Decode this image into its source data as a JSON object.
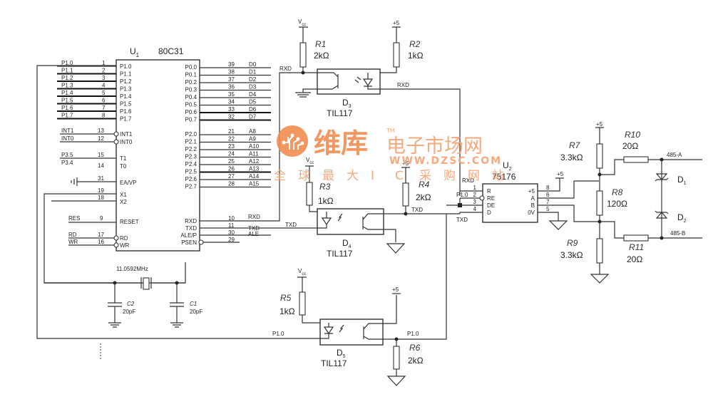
{
  "u1": {
    "ref": "U",
    "ref_sub": "1",
    "part": "80C31",
    "left_pins": [
      {
        "net": "P1.0",
        "num": "1",
        "name": "P1.0"
      },
      {
        "net": "P1.1",
        "num": "2",
        "name": "P1.1"
      },
      {
        "net": "P1.2",
        "num": "3",
        "name": "P1.2"
      },
      {
        "net": "P1.3",
        "num": "4",
        "name": "P1.3"
      },
      {
        "net": "P1.4",
        "num": "5",
        "name": "P1.4"
      },
      {
        "net": "P1.5",
        "num": "6",
        "name": "P1.5"
      },
      {
        "net": "P1.6",
        "num": "7",
        "name": "P1.6"
      },
      {
        "net": "P1.7",
        "num": "8",
        "name": "P1.7"
      }
    ],
    "int_pins": [
      {
        "net": "INT1",
        "num": "13",
        "name": "INT1"
      },
      {
        "net": "INT0",
        "num": "12",
        "name": "INT0"
      }
    ],
    "timer_pins": [
      {
        "net": "P3.5",
        "num": "15",
        "name": "T1"
      },
      {
        "net": "P3.4",
        "num": "14",
        "name": "T0"
      }
    ],
    "ea_pin": {
      "num": "31",
      "name": "EA/VP"
    },
    "x_pins": [
      {
        "num": "19",
        "name": "X1"
      },
      {
        "num": "18",
        "name": "X2"
      }
    ],
    "reset_pin": {
      "net": "RES",
      "num": "9",
      "name": "RESET"
    },
    "rw_pins": [
      {
        "net": "RD",
        "num": "17",
        "name": "RD"
      },
      {
        "net": "WR",
        "num": "16",
        "name": "WR"
      }
    ],
    "p0_pins": [
      {
        "name": "P0.0",
        "num": "39",
        "net": "D0"
      },
      {
        "name": "P0.1",
        "num": "38",
        "net": "D1"
      },
      {
        "name": "P0.2",
        "num": "37",
        "net": "D2"
      },
      {
        "name": "P0.3",
        "num": "36",
        "net": "D3"
      },
      {
        "name": "P0.4",
        "num": "35",
        "net": "D4"
      },
      {
        "name": "P0.5",
        "num": "34",
        "net": "D5"
      },
      {
        "name": "P0.6",
        "num": "33",
        "net": "D6"
      },
      {
        "name": "P0.7",
        "num": "32",
        "net": "D7"
      }
    ],
    "p2_pins": [
      {
        "name": "P2.0",
        "num": "21",
        "net": "A8"
      },
      {
        "name": "P2.1",
        "num": "22",
        "net": "A9"
      },
      {
        "name": "P2.2",
        "num": "23",
        "net": "A10"
      },
      {
        "name": "P2.3",
        "num": "24",
        "net": "A11"
      },
      {
        "name": "P2.4",
        "num": "25",
        "net": "A12"
      },
      {
        "name": "P2.5",
        "num": "26",
        "net": "A13"
      },
      {
        "name": "P2.6",
        "num": "27",
        "net": "A14"
      },
      {
        "name": "P2.7",
        "num": "28",
        "net": "A15"
      }
    ],
    "ctrl_pins": [
      {
        "name": "RXD",
        "num": "10",
        "net": "RXD"
      },
      {
        "name": "TXD",
        "num": "11",
        "net": "TXD"
      },
      {
        "name": "ALE/P",
        "num": "30",
        "net": "ALE"
      },
      {
        "name": "PSEN",
        "num": "29",
        "net": ""
      }
    ]
  },
  "crystal": {
    "label": "11.0592MHz"
  },
  "c1": {
    "ref": "C1",
    "value": "20pF"
  },
  "c2": {
    "ref": "C2",
    "value": "20pF"
  },
  "d3": {
    "ref": "D",
    "sub": "3",
    "part": "TIL117"
  },
  "d4": {
    "ref": "D",
    "sub": "4",
    "part": "TIL117"
  },
  "d5": {
    "ref": "D",
    "sub": "5",
    "part": "TIL117"
  },
  "r1": {
    "ref": "R1",
    "value": "2kΩ"
  },
  "r2": {
    "ref": "R2",
    "value": "1kΩ"
  },
  "r3": {
    "ref": "R3",
    "value": "1kΩ"
  },
  "r4": {
    "ref": "R4",
    "value": "2kΩ"
  },
  "r5": {
    "ref": "R5",
    "value": "1kΩ"
  },
  "r6": {
    "ref": "R6",
    "value": "2kΩ"
  },
  "r7": {
    "ref": "R7",
    "value": "3.3kΩ"
  },
  "r8": {
    "ref": "R8",
    "value": "120Ω"
  },
  "r9": {
    "ref": "R9",
    "value": "3.3kΩ"
  },
  "r10": {
    "ref": "R10",
    "value": "20Ω"
  },
  "r11": {
    "ref": "R11",
    "value": "20Ω"
  },
  "u2": {
    "ref": "U",
    "ref_sub": "2",
    "part": "75176",
    "left_pins": [
      {
        "num": "1",
        "name": "R",
        "net": "RXD"
      },
      {
        "num": "2",
        "name": "RE",
        "net": "P1.0"
      },
      {
        "num": "3",
        "name": "DE",
        "net": ""
      },
      {
        "num": "4",
        "name": "D",
        "net": "TXD"
      }
    ],
    "right_pins": [
      {
        "num": "8",
        "name": "+5"
      },
      {
        "num": "6",
        "name": "A"
      },
      {
        "num": "7",
        "name": "B"
      },
      {
        "num": "5",
        "name": "0V"
      }
    ]
  },
  "diodes": {
    "d1": {
      "ref": "D",
      "sub": "1"
    },
    "d2": {
      "ref": "D",
      "sub": "2"
    }
  },
  "nets": {
    "vcc": "V",
    "vcc_sub": "cc",
    "plus5": "+5",
    "rxd": "RXD",
    "txd": "TXD",
    "p10": "P1.0",
    "out_a": "485-A",
    "out_b": "485-B"
  },
  "watermark": {
    "brand": "维库",
    "tm": "TM",
    "slogan": "电子市场网",
    "url": "WWW.DZSC.COM",
    "tagline": [
      "全",
      "球",
      "最",
      "大",
      "I",
      "C",
      "采",
      "购",
      "网",
      "站"
    ],
    "color": "#f28c50"
  }
}
